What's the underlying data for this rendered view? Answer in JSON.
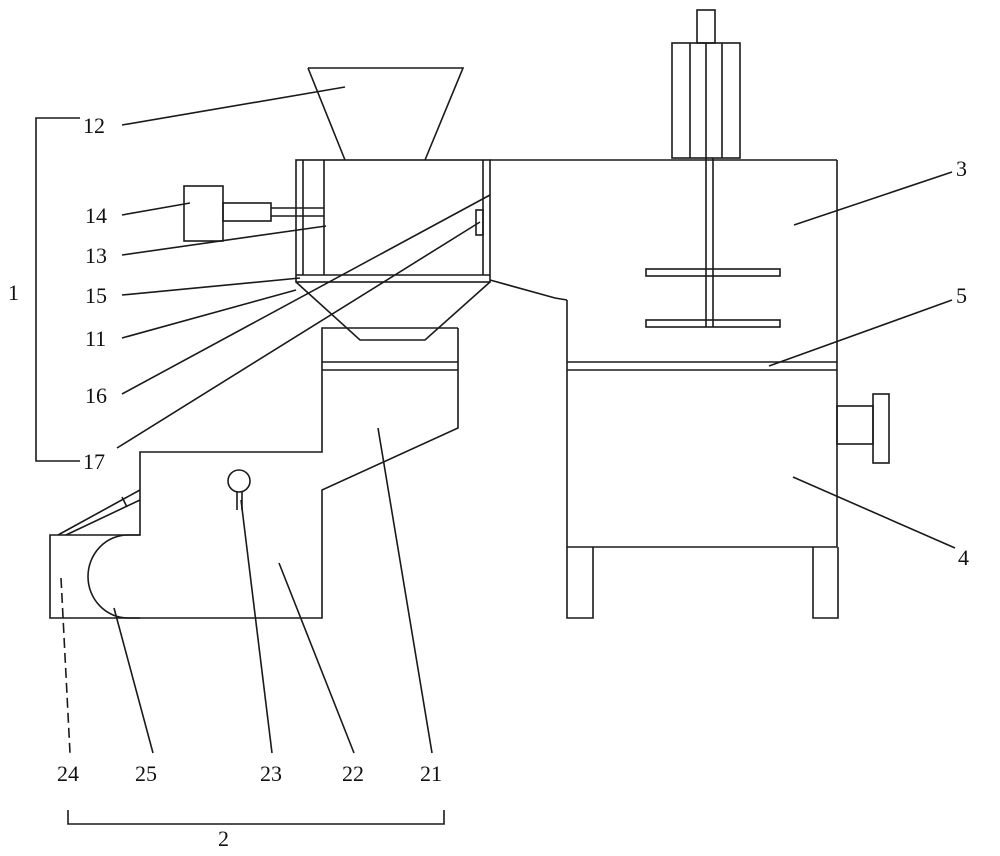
{
  "labels": {
    "l1": "1",
    "l2": "2",
    "l3": "3",
    "l4": "4",
    "l5": "5",
    "l11": "11",
    "l12": "12",
    "l13": "13",
    "l14": "14",
    "l15": "15",
    "l16": "16",
    "l17": "17",
    "l21": "21",
    "l22": "22",
    "l23": "23",
    "l24": "24",
    "l25": "25"
  },
  "colors": {
    "stroke": "#1a1a1a",
    "background": "#ffffff"
  }
}
